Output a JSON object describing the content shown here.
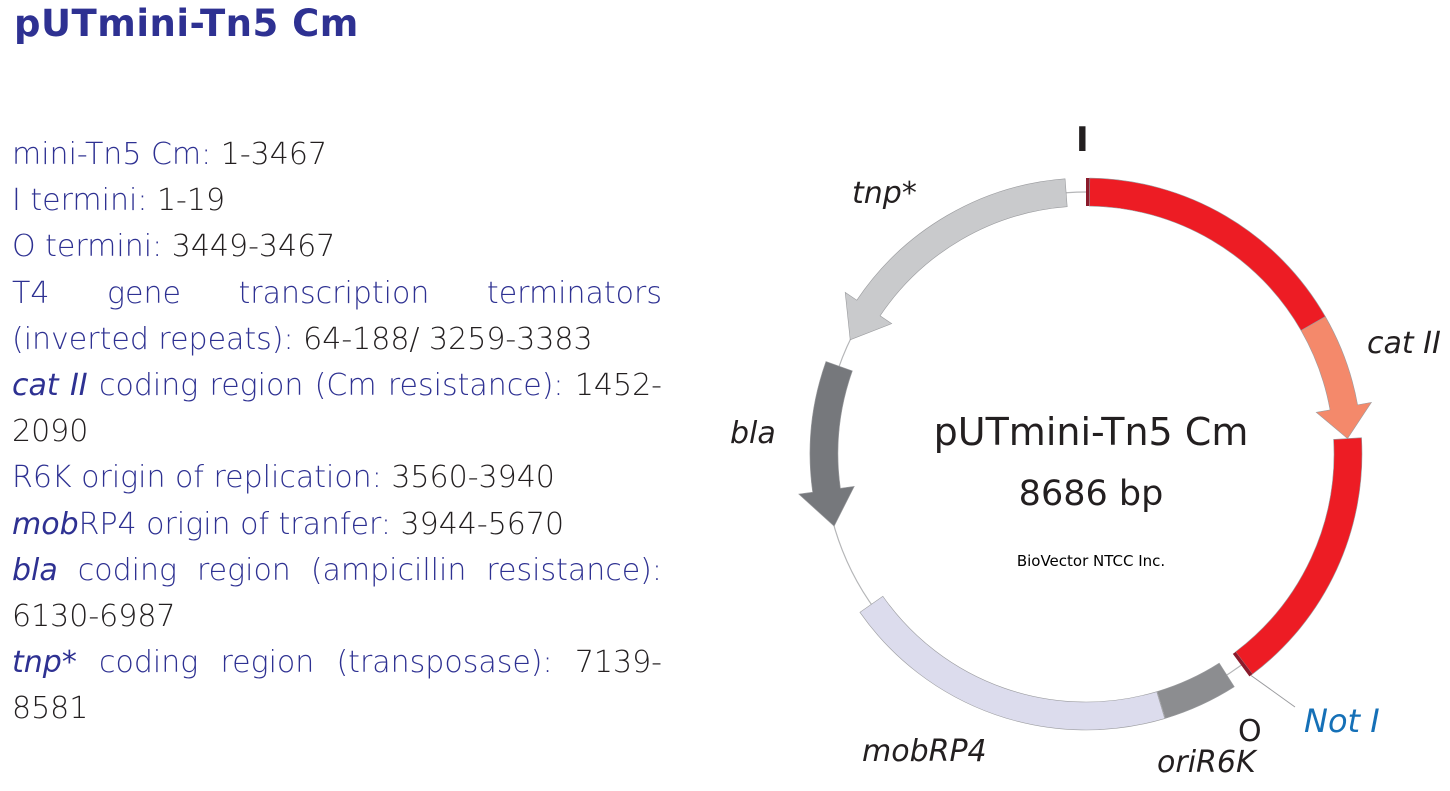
{
  "title": "pUTmini-Tn5 Cm",
  "features": [
    {
      "parts": [
        {
          "text": "mini-Tn5 Cm: ",
          "style": "label"
        },
        {
          "text": "1-3467",
          "style": "val"
        }
      ]
    },
    {
      "parts": [
        {
          "text": "I termini: ",
          "style": "label"
        },
        {
          "text": "1-19",
          "style": "val"
        }
      ]
    },
    {
      "parts": [
        {
          "text": "O termini: ",
          "style": "label"
        },
        {
          "text": "3449-3467",
          "style": "val"
        }
      ]
    },
    {
      "parts": [
        {
          "text": "T4 gene transcription terminators (inverted repeats): ",
          "style": "label"
        },
        {
          "text": "64-188/ 3259-3383",
          "style": "val"
        }
      ]
    },
    {
      "parts": [
        {
          "text": "cat II",
          "style": "italic"
        },
        {
          "text": "  coding region (Cm resistance): ",
          "style": "label"
        },
        {
          "text": "1452-2090",
          "style": "val"
        }
      ]
    },
    {
      "parts": [
        {
          "text": "R6K origin of replication: ",
          "style": "label"
        },
        {
          "text": "3560-3940",
          "style": "val"
        }
      ]
    },
    {
      "parts": [
        {
          "text": "mob",
          "style": "italic"
        },
        {
          "text": "RP4 origin of tranfer: ",
          "style": "label"
        },
        {
          "text": "3944-5670",
          "style": "val"
        }
      ]
    },
    {
      "parts": [
        {
          "text": "bla",
          "style": "italic"
        },
        {
          "text": " coding region (ampicillin resistance): ",
          "style": "label"
        },
        {
          "text": "6130-6987",
          "style": "val"
        }
      ]
    },
    {
      "parts": [
        {
          "text": "tnp*",
          "style": "italic"
        },
        {
          "text": " coding region (transposase): ",
          "style": "label"
        },
        {
          "text": "7139-8581",
          "style": "val"
        }
      ]
    }
  ],
  "plasmid": {
    "name": "pUTmini-Tn5 Cm",
    "size": "8686 bp",
    "company": "BioVector NTCC Inc.",
    "total_bp": 8686,
    "segments": [
      {
        "label": "I",
        "start": 1,
        "end": 19,
        "color": "#8b1a2b",
        "kind": "terminus"
      },
      {
        "label": "mini-Tn5 Cm body",
        "start": 20,
        "end": 1451,
        "color": "#ed1c24",
        "kind": "block"
      },
      {
        "label": "cat II",
        "start": 1452,
        "end": 2090,
        "color": "#f4896b",
        "kind": "arrow-cw"
      },
      {
        "label": "mini-Tn5 Cm body",
        "start": 2091,
        "end": 3448,
        "color": "#ed1c24",
        "kind": "block"
      },
      {
        "label": "O",
        "start": 3449,
        "end": 3467,
        "color": "#8b1a2b",
        "kind": "terminus"
      },
      {
        "label": "oriR6K",
        "start": 3560,
        "end": 3940,
        "color": "#8c8d90",
        "kind": "block"
      },
      {
        "label": "mobRP4",
        "start": 3944,
        "end": 5670,
        "color": "#dcdced",
        "kind": "block"
      },
      {
        "label": "bla",
        "start": 6130,
        "end": 6987,
        "color": "#76787c",
        "kind": "arrow-ccw"
      },
      {
        "label": "tnp*",
        "start": 7139,
        "end": 8581,
        "color": "#c9cacc",
        "kind": "arrow-ccw"
      }
    ],
    "labels": {
      "tnp": "tnp*",
      "cat": "cat II",
      "bla": "bla",
      "mob": "mobRP4",
      "ori": "oriR6K",
      "notl": "Not I",
      "o_term": "O",
      "i_term": "I"
    },
    "colors": {
      "backbone": "#b5b6b8",
      "red": "#ed1c24",
      "salmon": "#f4896b",
      "dark_red": "#8b1a2b",
      "text_blue": "#2e3192",
      "notl_blue": "#1570b7"
    }
  }
}
